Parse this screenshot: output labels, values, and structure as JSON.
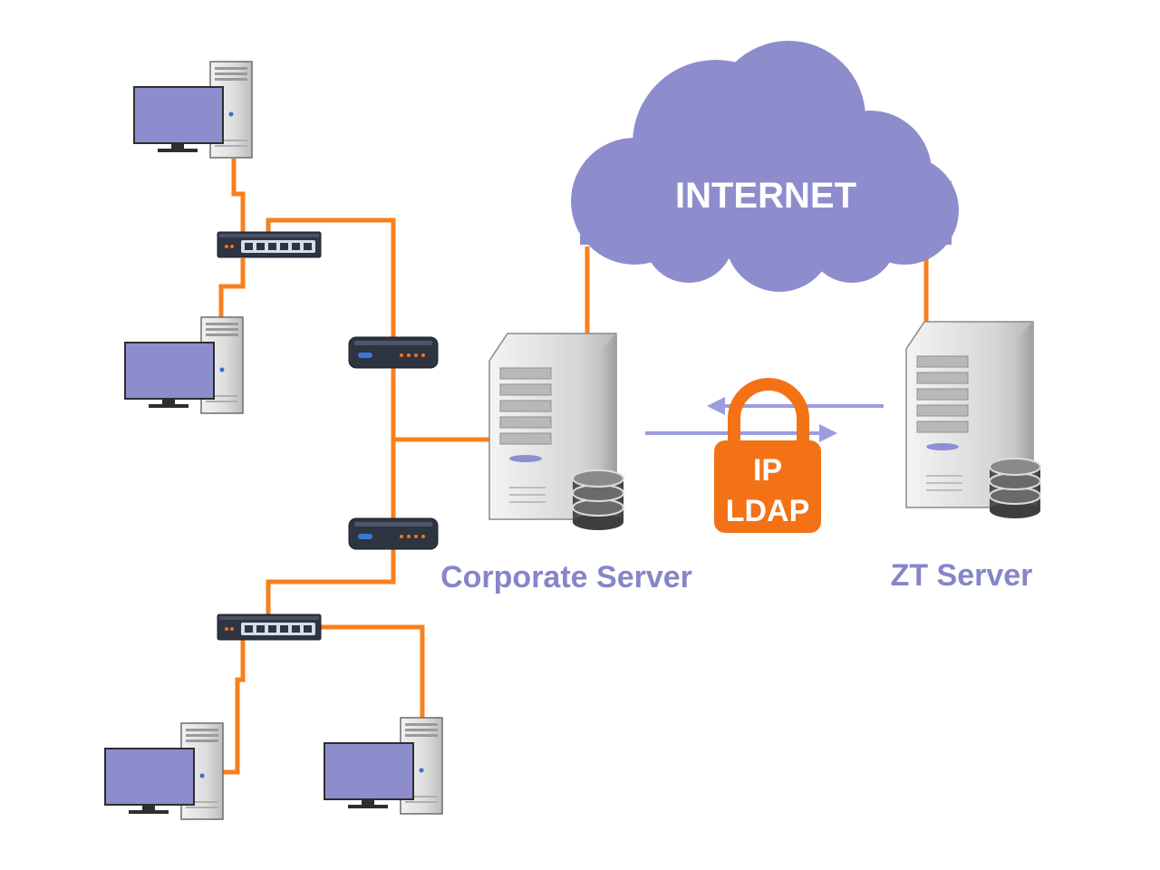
{
  "labels": {
    "cloud": "INTERNET",
    "corporate_server": "Corporate Server",
    "zt_server": "ZT Server",
    "lock_line1": "IP",
    "lock_line2": "LDAP"
  },
  "colors": {
    "cable": "#f7801e",
    "device_purple": "#8d8dcd",
    "label_purple": "#8586c9",
    "lock_orange": "#f47216",
    "cloud_text": "#ffffff",
    "arrow": "#9c9ce0"
  },
  "icons": {
    "cloud": "cloud-icon",
    "workstation": "desktop-computer-icon",
    "switch": "network-switch-icon",
    "router": "router-icon",
    "server": "tower-server-icon",
    "database": "database-icon",
    "lock": "padlock-icon",
    "arrow": "bidirectional-arrow-icon"
  }
}
